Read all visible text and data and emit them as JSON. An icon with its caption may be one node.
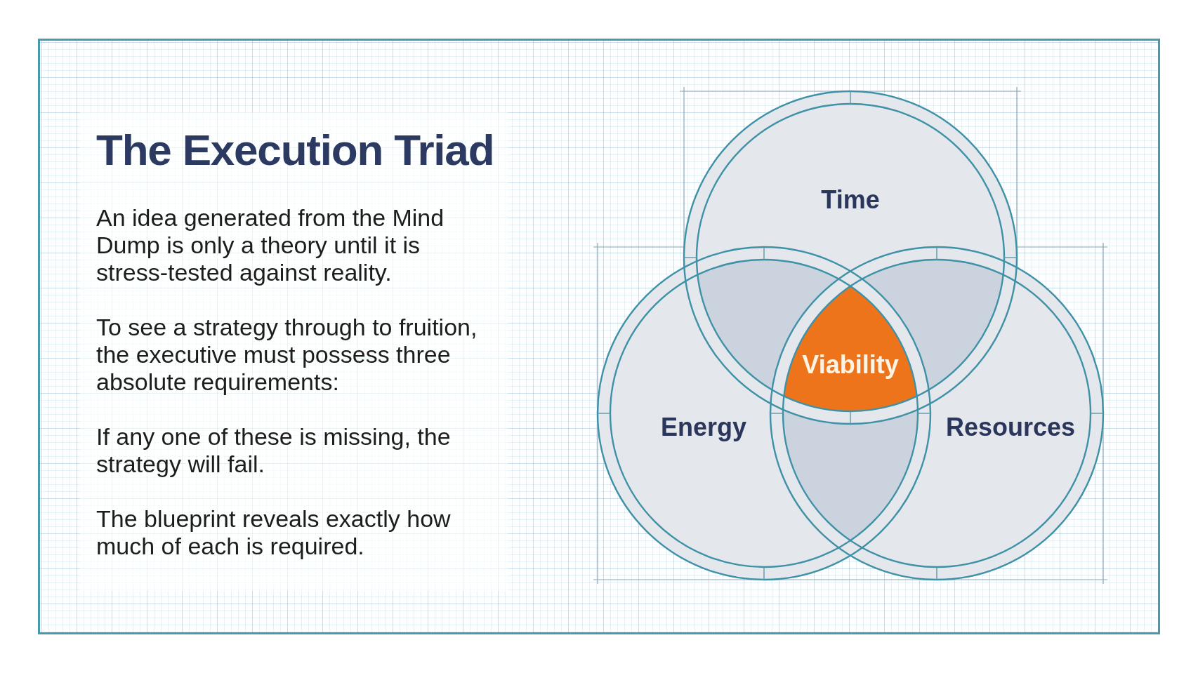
{
  "diagram": {
    "title": "The Execution Triad",
    "nodes": [
      {
        "text": [
          "Time"
        ]
      },
      {
        "text": [
          "Viability"
        ]
      },
      {
        "text": [
          "Energy"
        ]
      },
      {
        "text": [
          "Resources"
        ]
      }
    ],
    "labels": [
      "An idea generated from the Mind Dump is only a theory until it is stress-tested against reality.",
      "To see a strategy through to fruition, the executive must possess three absolute requirements:",
      "If any one of these is missing, the strategy will fail.",
      "The blueprint reveals exactly how much of each is required."
    ]
  }
}
